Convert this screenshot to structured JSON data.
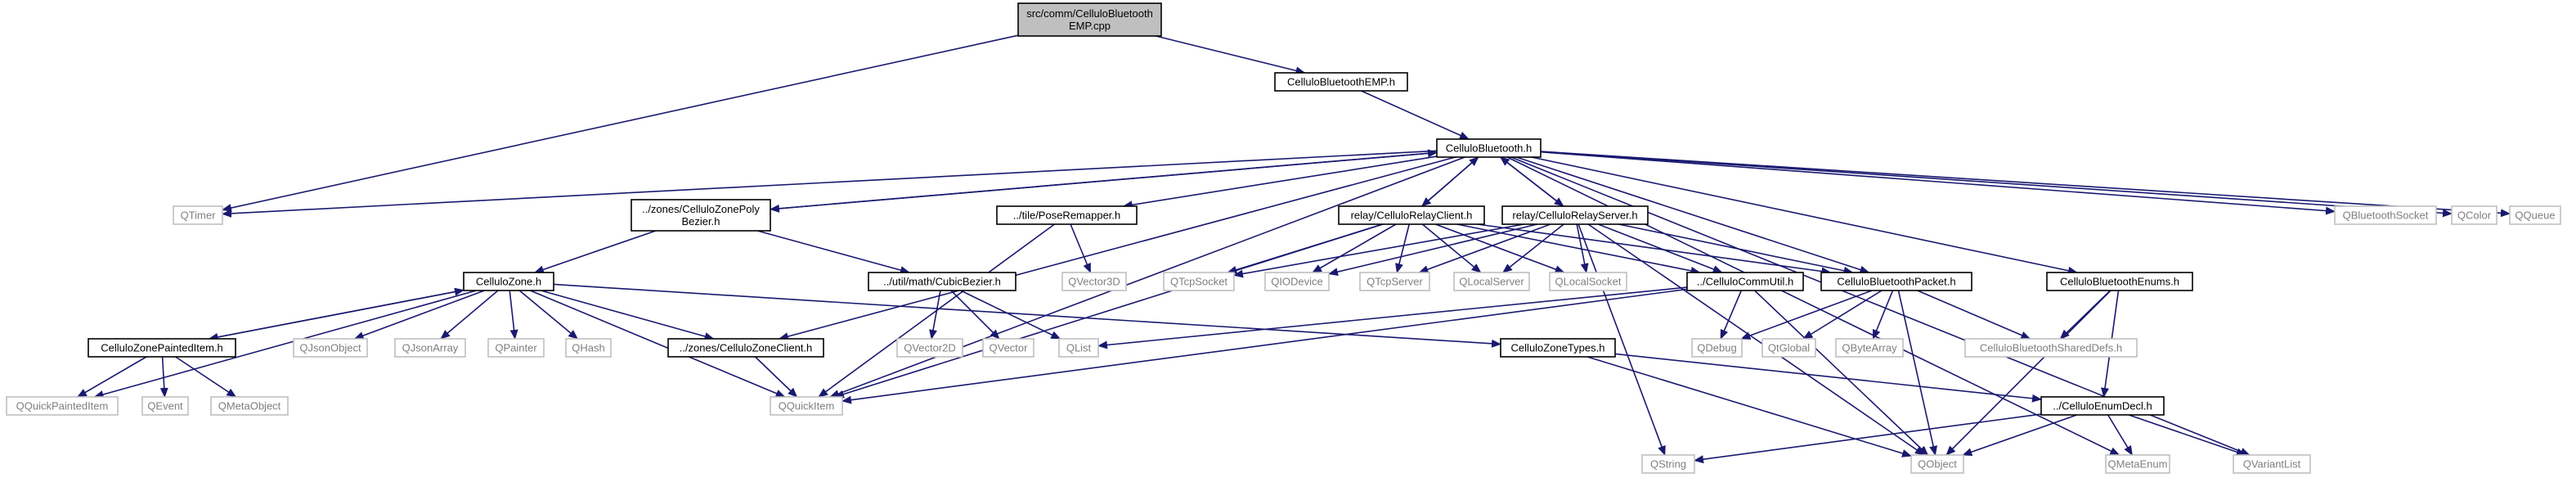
{
  "colors": {
    "edge": "#191970",
    "node_border": "#000000",
    "external_border": "#bfbfbf",
    "root_fill": "#bfbfbf",
    "label_dark": "#000000",
    "label_external": "#7f7f7f"
  },
  "nodes": [
    {
      "id": "root",
      "lines": [
        "src/comm/CelluloBluetooth",
        "EMP.cpp"
      ],
      "kind": "root"
    },
    {
      "id": "emp_h",
      "lines": [
        "CelluloBluetoothEMP.h"
      ],
      "kind": "internal"
    },
    {
      "id": "bt_h",
      "lines": [
        "CelluloBluetooth.h"
      ],
      "kind": "internal"
    },
    {
      "id": "qtimer",
      "lines": [
        "QTimer"
      ],
      "kind": "external"
    },
    {
      "id": "zonepoly",
      "lines": [
        "../zones/CelluloZonePoly",
        "Bezier.h"
      ],
      "kind": "internal"
    },
    {
      "id": "poseremap",
      "lines": [
        "../tile/PoseRemapper.h"
      ],
      "kind": "internal"
    },
    {
      "id": "relayclient",
      "lines": [
        "relay/CelluloRelayClient.h"
      ],
      "kind": "internal"
    },
    {
      "id": "relayserver",
      "lines": [
        "relay/CelluloRelayServer.h"
      ],
      "kind": "internal"
    },
    {
      "id": "qbtsocket",
      "lines": [
        "QBluetoothSocket"
      ],
      "kind": "external"
    },
    {
      "id": "qcolor",
      "lines": [
        "QColor"
      ],
      "kind": "external"
    },
    {
      "id": "qqueue",
      "lines": [
        "QQueue"
      ],
      "kind": "external"
    },
    {
      "id": "cellulozone",
      "lines": [
        "CelluloZone.h"
      ],
      "kind": "internal"
    },
    {
      "id": "cubicbezier",
      "lines": [
        "../util/math/CubicBezier.h"
      ],
      "kind": "internal"
    },
    {
      "id": "qvector3d",
      "lines": [
        "QVector3D"
      ],
      "kind": "external"
    },
    {
      "id": "qtcpsocket",
      "lines": [
        "QTcpSocket"
      ],
      "kind": "external"
    },
    {
      "id": "qiodevice",
      "lines": [
        "QIODevice"
      ],
      "kind": "external"
    },
    {
      "id": "qtcpserver",
      "lines": [
        "QTcpServer"
      ],
      "kind": "external"
    },
    {
      "id": "qlocalserver",
      "lines": [
        "QLocalServer"
      ],
      "kind": "external"
    },
    {
      "id": "qlocalsocket",
      "lines": [
        "QLocalSocket"
      ],
      "kind": "external"
    },
    {
      "id": "commutil",
      "lines": [
        "../CelluloCommUtil.h"
      ],
      "kind": "internal"
    },
    {
      "id": "btpacket",
      "lines": [
        "CelluloBluetoothPacket.h"
      ],
      "kind": "internal"
    },
    {
      "id": "btenums",
      "lines": [
        "CelluloBluetoothEnums.h"
      ],
      "kind": "internal"
    },
    {
      "id": "zonepainted",
      "lines": [
        "CelluloZonePaintedItem.h"
      ],
      "kind": "internal"
    },
    {
      "id": "qjsonobject",
      "lines": [
        "QJsonObject"
      ],
      "kind": "external"
    },
    {
      "id": "qjsonarray",
      "lines": [
        "QJsonArray"
      ],
      "kind": "external"
    },
    {
      "id": "qpainter",
      "lines": [
        "QPainter"
      ],
      "kind": "external"
    },
    {
      "id": "qhash",
      "lines": [
        "QHash"
      ],
      "kind": "external"
    },
    {
      "id": "zoneclient",
      "lines": [
        "../zones/CelluloZoneClient.h"
      ],
      "kind": "internal"
    },
    {
      "id": "qvector2d",
      "lines": [
        "QVector2D"
      ],
      "kind": "external"
    },
    {
      "id": "qvector",
      "lines": [
        "QVector"
      ],
      "kind": "external"
    },
    {
      "id": "qlist",
      "lines": [
        "QList"
      ],
      "kind": "external"
    },
    {
      "id": "zonetypes",
      "lines": [
        "CelluloZoneTypes.h"
      ],
      "kind": "internal"
    },
    {
      "id": "qdebug",
      "lines": [
        "QDebug"
      ],
      "kind": "external"
    },
    {
      "id": "qtglobal",
      "lines": [
        "QtGlobal"
      ],
      "kind": "external"
    },
    {
      "id": "qbytearray",
      "lines": [
        "QByteArray"
      ],
      "kind": "external"
    },
    {
      "id": "shareddefs",
      "lines": [
        "CelluloBluetoothSharedDefs.h"
      ],
      "kind": "external"
    },
    {
      "id": "qquickpainted",
      "lines": [
        "QQuickPaintedItem"
      ],
      "kind": "external"
    },
    {
      "id": "qevent",
      "lines": [
        "QEvent"
      ],
      "kind": "external"
    },
    {
      "id": "qmetaobject",
      "lines": [
        "QMetaObject"
      ],
      "kind": "external"
    },
    {
      "id": "qquickitem",
      "lines": [
        "QQuickItem"
      ],
      "kind": "external"
    },
    {
      "id": "enumdecl",
      "lines": [
        "../CelluloEnumDecl.h"
      ],
      "kind": "internal"
    },
    {
      "id": "qstring",
      "lines": [
        "QString"
      ],
      "kind": "external"
    },
    {
      "id": "qobject",
      "lines": [
        "QObject"
      ],
      "kind": "external"
    },
    {
      "id": "qmetaenum",
      "lines": [
        "QMetaEnum"
      ],
      "kind": "external"
    },
    {
      "id": "qvariantlist",
      "lines": [
        "QVariantList"
      ],
      "kind": "external"
    }
  ],
  "edges": [
    [
      "root",
      "emp_h"
    ],
    [
      "root",
      "qtimer"
    ],
    [
      "emp_h",
      "bt_h"
    ],
    [
      "bt_h",
      "qtimer"
    ],
    [
      "bt_h",
      "zonepoly"
    ],
    [
      "bt_h",
      "poseremap"
    ],
    [
      "bt_h",
      "relayclient"
    ],
    [
      "bt_h",
      "relayserver"
    ],
    [
      "bt_h",
      "qbtsocket"
    ],
    [
      "bt_h",
      "qcolor"
    ],
    [
      "bt_h",
      "qqueue"
    ],
    [
      "bt_h",
      "btpacket"
    ],
    [
      "bt_h",
      "btenums"
    ],
    [
      "bt_h",
      "zoneclient"
    ],
    [
      "bt_h",
      "qquickitem"
    ],
    [
      "bt_h",
      "qmetaenum"
    ],
    [
      "bt_h",
      "qvariantlist"
    ],
    [
      "zonepoly",
      "bt_h"
    ],
    [
      "zonepoly",
      "cellulozone"
    ],
    [
      "zonepoly",
      "cubicbezier"
    ],
    [
      "poseremap",
      "qvector3d"
    ],
    [
      "poseremap",
      "qquickitem"
    ],
    [
      "relayclient",
      "bt_h"
    ],
    [
      "relayclient",
      "qtcpsocket"
    ],
    [
      "relayclient",
      "qiodevice"
    ],
    [
      "relayclient",
      "qtcpserver"
    ],
    [
      "relayclient",
      "qlocalserver"
    ],
    [
      "relayclient",
      "qlocalsocket"
    ],
    [
      "relayclient",
      "commutil"
    ],
    [
      "relayclient",
      "btpacket"
    ],
    [
      "relayclient",
      "qquickitem"
    ],
    [
      "relayserver",
      "bt_h"
    ],
    [
      "relayserver",
      "qtcpsocket"
    ],
    [
      "relayserver",
      "qiodevice"
    ],
    [
      "relayserver",
      "qtcpserver"
    ],
    [
      "relayserver",
      "qlocalserver"
    ],
    [
      "relayserver",
      "qlocalsocket"
    ],
    [
      "relayserver",
      "commutil"
    ],
    [
      "relayserver",
      "btpacket"
    ],
    [
      "relayserver",
      "qstring"
    ],
    [
      "relayserver",
      "qobject"
    ],
    [
      "cellulozone",
      "zonepainted"
    ],
    [
      "cellulozone",
      "qjsonobject"
    ],
    [
      "cellulozone",
      "qjsonarray"
    ],
    [
      "cellulozone",
      "qpainter"
    ],
    [
      "cellulozone",
      "qhash"
    ],
    [
      "cellulozone",
      "zoneclient"
    ],
    [
      "cellulozone",
      "zonetypes"
    ],
    [
      "cellulozone",
      "qquickitem"
    ],
    [
      "cellulozone",
      "qquickpainted"
    ],
    [
      "zonepainted",
      "cellulozone"
    ],
    [
      "zonepainted",
      "qquickpainted"
    ],
    [
      "zonepainted",
      "qevent"
    ],
    [
      "zonepainted",
      "qmetaobject"
    ],
    [
      "cubicbezier",
      "qvector2d"
    ],
    [
      "cubicbezier",
      "qvector"
    ],
    [
      "cubicbezier",
      "qlist"
    ],
    [
      "zoneclient",
      "qquickitem"
    ],
    [
      "commutil",
      "qlist"
    ],
    [
      "commutil",
      "qdebug"
    ],
    [
      "commutil",
      "qquickitem"
    ],
    [
      "commutil",
      "qobject"
    ],
    [
      "btpacket",
      "qdebug"
    ],
    [
      "btpacket",
      "qtglobal"
    ],
    [
      "btpacket",
      "qbytearray"
    ],
    [
      "btpacket",
      "shareddefs"
    ],
    [
      "btpacket",
      "qobject"
    ],
    [
      "btenums",
      "shareddefs"
    ],
    [
      "btenums",
      "enumdecl"
    ],
    [
      "btenums",
      "qobject"
    ],
    [
      "zonetypes",
      "enumdecl"
    ],
    [
      "zonetypes",
      "qobject"
    ],
    [
      "enumdecl",
      "qstring"
    ],
    [
      "enumdecl",
      "qobject"
    ],
    [
      "enumdecl",
      "qmetaenum"
    ],
    [
      "enumdecl",
      "qvariantlist"
    ]
  ]
}
